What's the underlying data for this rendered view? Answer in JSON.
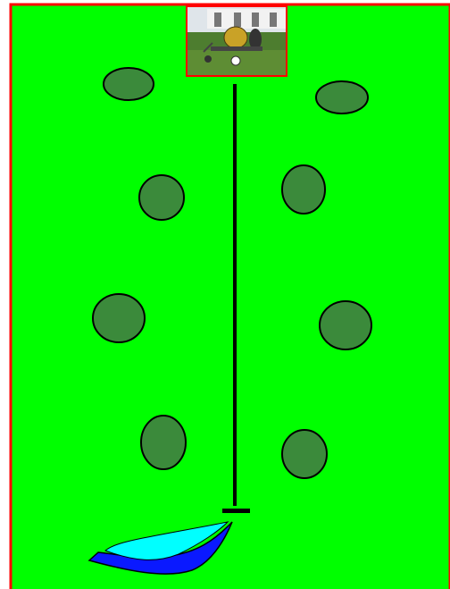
{
  "colors": {
    "field": "#00ff00",
    "border": "#ff0000",
    "tree_fill": "#3b8a3b",
    "tree_stroke": "#000000",
    "hose": "#000000",
    "spray_outer": "#0a19ff",
    "spray_inner": "#00ffff",
    "photo_grass": "#4d7d2f",
    "photo_sky": "#e8ecef",
    "photo_building": "#f2f2f2",
    "reel_yellow": "#c9a227"
  },
  "diagram": {
    "description_items": [
      "field",
      "hose-reel-photo",
      "trees",
      "hose-line",
      "sprinkler-head",
      "spray-arc"
    ],
    "tree_count": 8
  }
}
